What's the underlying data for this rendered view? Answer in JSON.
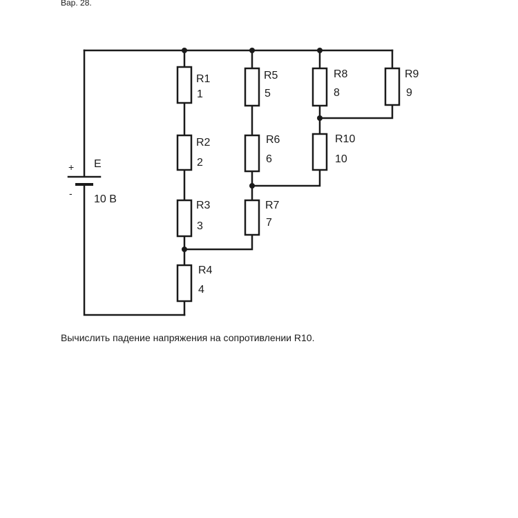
{
  "header": {
    "variant": "Вар. 28."
  },
  "source": {
    "label": "E",
    "value": "10 В",
    "plus": "+",
    "minus": "-"
  },
  "resistors": [
    {
      "name": "R1",
      "value": "1"
    },
    {
      "name": "R2",
      "value": "2"
    },
    {
      "name": "R3",
      "value": "3"
    },
    {
      "name": "R4",
      "value": "4"
    },
    {
      "name": "R5",
      "value": "5"
    },
    {
      "name": "R6",
      "value": "6"
    },
    {
      "name": "R7",
      "value": "7"
    },
    {
      "name": "R8",
      "value": "8"
    },
    {
      "name": "R9",
      "value": "9"
    },
    {
      "name": "R10",
      "value": "10"
    }
  ],
  "task": {
    "text": "Вычислить падение напряжения на сопротивлении R10."
  },
  "colors": {
    "wire": "#1a1a1a",
    "background": "#ffffff"
  }
}
